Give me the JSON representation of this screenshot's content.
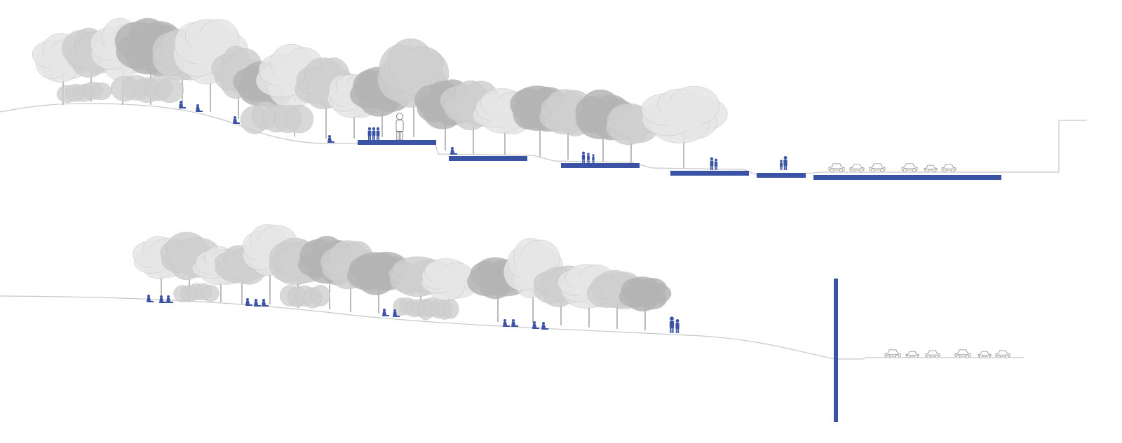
{
  "colors": {
    "background": "#ffffff",
    "ground_line": "#c8c8c8",
    "tree_light": "#e6e6e6",
    "tree_mid": "#cfcfcf",
    "tree_dark": "#b4b4b4",
    "tree_outline": "#bdbdbd",
    "accent_blue": "#3b53a5",
    "car_outline": "#8a8a8a"
  },
  "sections": [
    {
      "id": "upper-section",
      "terraces": 6,
      "people_groups": 9,
      "cars": 6,
      "has_outline_figure": true
    },
    {
      "id": "lower-section",
      "terraces": 0,
      "people_groups": 6,
      "cars": 6,
      "has_vertical_wall": true
    }
  ]
}
